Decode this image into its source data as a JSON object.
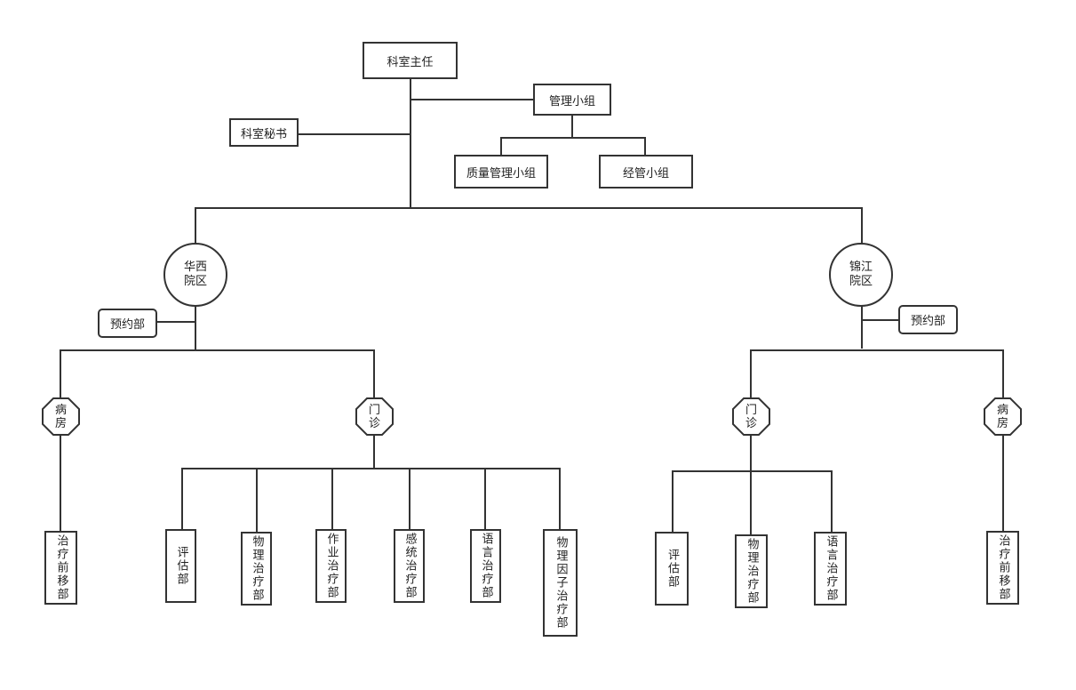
{
  "director": "科室主任",
  "management_group": "管理小组",
  "secretary": "科室秘书",
  "quality_group": "质量管理小组",
  "operations_group": "经管小组",
  "huaxi": {
    "campus": "华西\n院区",
    "appointment": "预约部",
    "ward": "病\n房",
    "clinic": "门\n诊",
    "ward_units": [
      "治疗前移部"
    ],
    "clinic_units": [
      "评估部",
      "物理治疗部",
      "作业治疗部",
      "感统治疗部",
      "语言治疗部",
      "物理因子治疗部"
    ]
  },
  "jinjiang": {
    "campus": "锦江\n院区",
    "appointment": "预约部",
    "ward": "病\n房",
    "clinic": "门\n诊",
    "ward_units": [
      "治疗前移部"
    ],
    "clinic_units": [
      "评估部",
      "物理治疗部",
      "语言治疗部"
    ]
  }
}
